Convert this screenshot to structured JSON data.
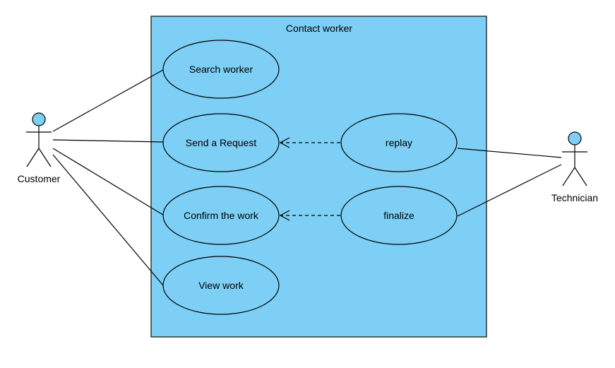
{
  "diagram": {
    "type": "use-case",
    "system": {
      "name": "Contact worker",
      "fill_color": "#7dcff5",
      "border_color": "#1a1a1a"
    },
    "actor_style": {
      "head_fill": "#7dcff5",
      "line_color": "#000000"
    },
    "actors": [
      {
        "id": "customer",
        "name": "Customer"
      },
      {
        "id": "technician",
        "name": "Technician"
      }
    ],
    "use_cases": [
      {
        "id": "search_worker",
        "label": "Search worker"
      },
      {
        "id": "send_request",
        "label": "Send a Request"
      },
      {
        "id": "confirm_work",
        "label": "Confirm the work"
      },
      {
        "id": "view_work",
        "label": "View work"
      },
      {
        "id": "replay",
        "label": "replay"
      },
      {
        "id": "finalize",
        "label": "finalize"
      }
    ],
    "associations": [
      {
        "actor": "customer",
        "use_case": "search_worker"
      },
      {
        "actor": "customer",
        "use_case": "send_request"
      },
      {
        "actor": "customer",
        "use_case": "confirm_work"
      },
      {
        "actor": "customer",
        "use_case": "view_work"
      },
      {
        "actor": "technician",
        "use_case": "replay"
      },
      {
        "actor": "technician",
        "use_case": "finalize"
      }
    ],
    "dependencies": [
      {
        "from": "replay",
        "to": "send_request",
        "style": "dashed-open-arrow"
      },
      {
        "from": "finalize",
        "to": "confirm_work",
        "style": "dashed-open-arrow"
      }
    ]
  }
}
